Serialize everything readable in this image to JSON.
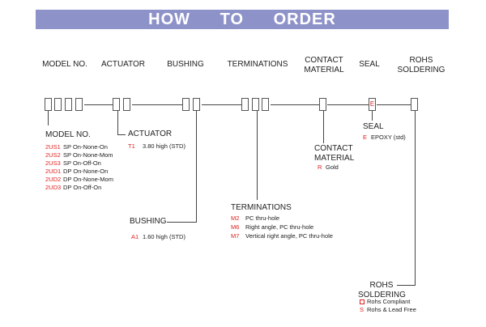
{
  "banner": {
    "title": "HOW TO ORDER"
  },
  "headers": {
    "model": "MODEL NO.",
    "actuator": "ACTUATOR",
    "bushing": "BUSHING",
    "terminations": "TERMINATIONS",
    "contact_line1": "CONTACT",
    "contact_line2": "MATERIAL",
    "seal": "SEAL",
    "rohs_line1": "ROHS",
    "rohs_line2": "SOLDERING"
  },
  "seal_box_code": "E",
  "sections": {
    "model": {
      "title": "MODEL NO.",
      "options": [
        {
          "code": "2US1",
          "desc": "SP On-None-On"
        },
        {
          "code": "2US2",
          "desc": "SP On-None-Mom"
        },
        {
          "code": "2US3",
          "desc": "SP On-Off-On"
        },
        {
          "code": "2UD1",
          "desc": "DP On-None-On"
        },
        {
          "code": "2UD2",
          "desc": "DP On-None-Mom"
        },
        {
          "code": "2UD3",
          "desc": "DP On-Off-On"
        }
      ]
    },
    "actuator": {
      "title": "ACTUATOR",
      "options": [
        {
          "code": "T1",
          "desc": "3.80 high (STD)"
        }
      ]
    },
    "bushing": {
      "title": "BUSHING",
      "options": [
        {
          "code": "A1",
          "desc": "1.60 high (STD)"
        }
      ]
    },
    "terminations": {
      "title": "TERMINATIONS",
      "options": [
        {
          "code": "M2",
          "desc": "PC thru-hole"
        },
        {
          "code": "M6",
          "desc": "Right angle, PC thru-hole"
        },
        {
          "code": "M7",
          "desc": "Vertical right angle, PC thru-hole"
        }
      ]
    },
    "contact": {
      "title_line1": "CONTACT",
      "title_line2": "MATERIAL",
      "options": [
        {
          "code": "R",
          "desc": "Gold"
        }
      ]
    },
    "seal": {
      "title": "SEAL",
      "options": [
        {
          "code": "E",
          "desc": "EPOXY (std)"
        }
      ]
    },
    "rohs": {
      "title_line1": "ROHS",
      "title_line2": "SOLDERING",
      "options": [
        {
          "code": "",
          "desc": "Rohs Compliant"
        },
        {
          "code": "S",
          "desc": "Rohs & Lead Free"
        }
      ]
    }
  },
  "colors": {
    "banner": "#8d92c8",
    "code": "#e02020",
    "line": "#444444"
  }
}
